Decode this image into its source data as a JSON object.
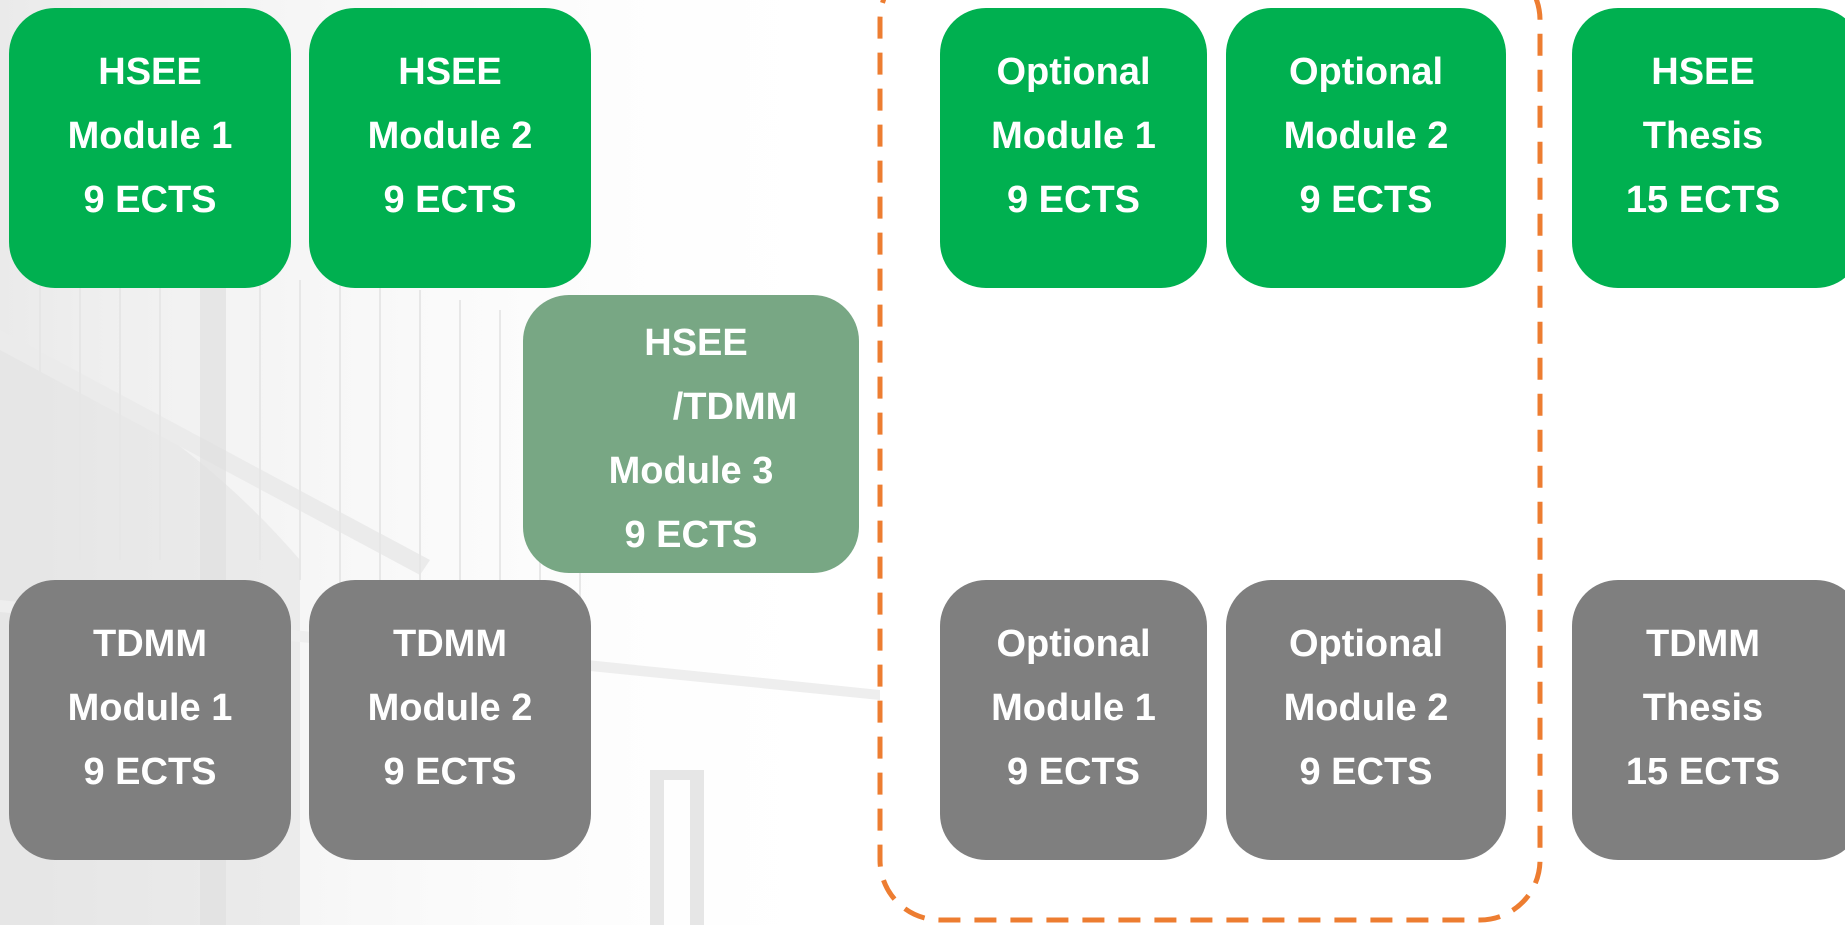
{
  "colors": {
    "hsee": "#00b050",
    "shared": "#78a784",
    "tdmm": "#7f7f7f",
    "optional_outline": "#ed7d31"
  },
  "hsee_row": {
    "module1": [
      "HSEE",
      "Module 1",
      "9 ECTS"
    ],
    "module2": [
      "HSEE",
      "Module 2",
      "9 ECTS"
    ],
    "optional1": [
      "Optional",
      "Module 1",
      "9 ECTS"
    ],
    "optional2": [
      "Optional",
      "Module 2",
      "9 ECTS"
    ],
    "thesis": [
      "HSEE",
      "Thesis",
      "15 ECTS"
    ]
  },
  "shared_module": [
    "HSEE",
    "/TDMM",
    "Module 3",
    "9 ECTS"
  ],
  "tdmm_row": {
    "module1": [
      "TDMM",
      "Module 1",
      "9 ECTS"
    ],
    "module2": [
      "TDMM",
      "Module 2",
      "9 ECTS"
    ],
    "optional1": [
      "Optional",
      "Module 1",
      "9 ECTS"
    ],
    "optional2": [
      "Optional",
      "Module 2",
      "9 ECTS"
    ],
    "thesis": [
      "TDMM",
      "Thesis",
      "15 ECTS"
    ]
  }
}
